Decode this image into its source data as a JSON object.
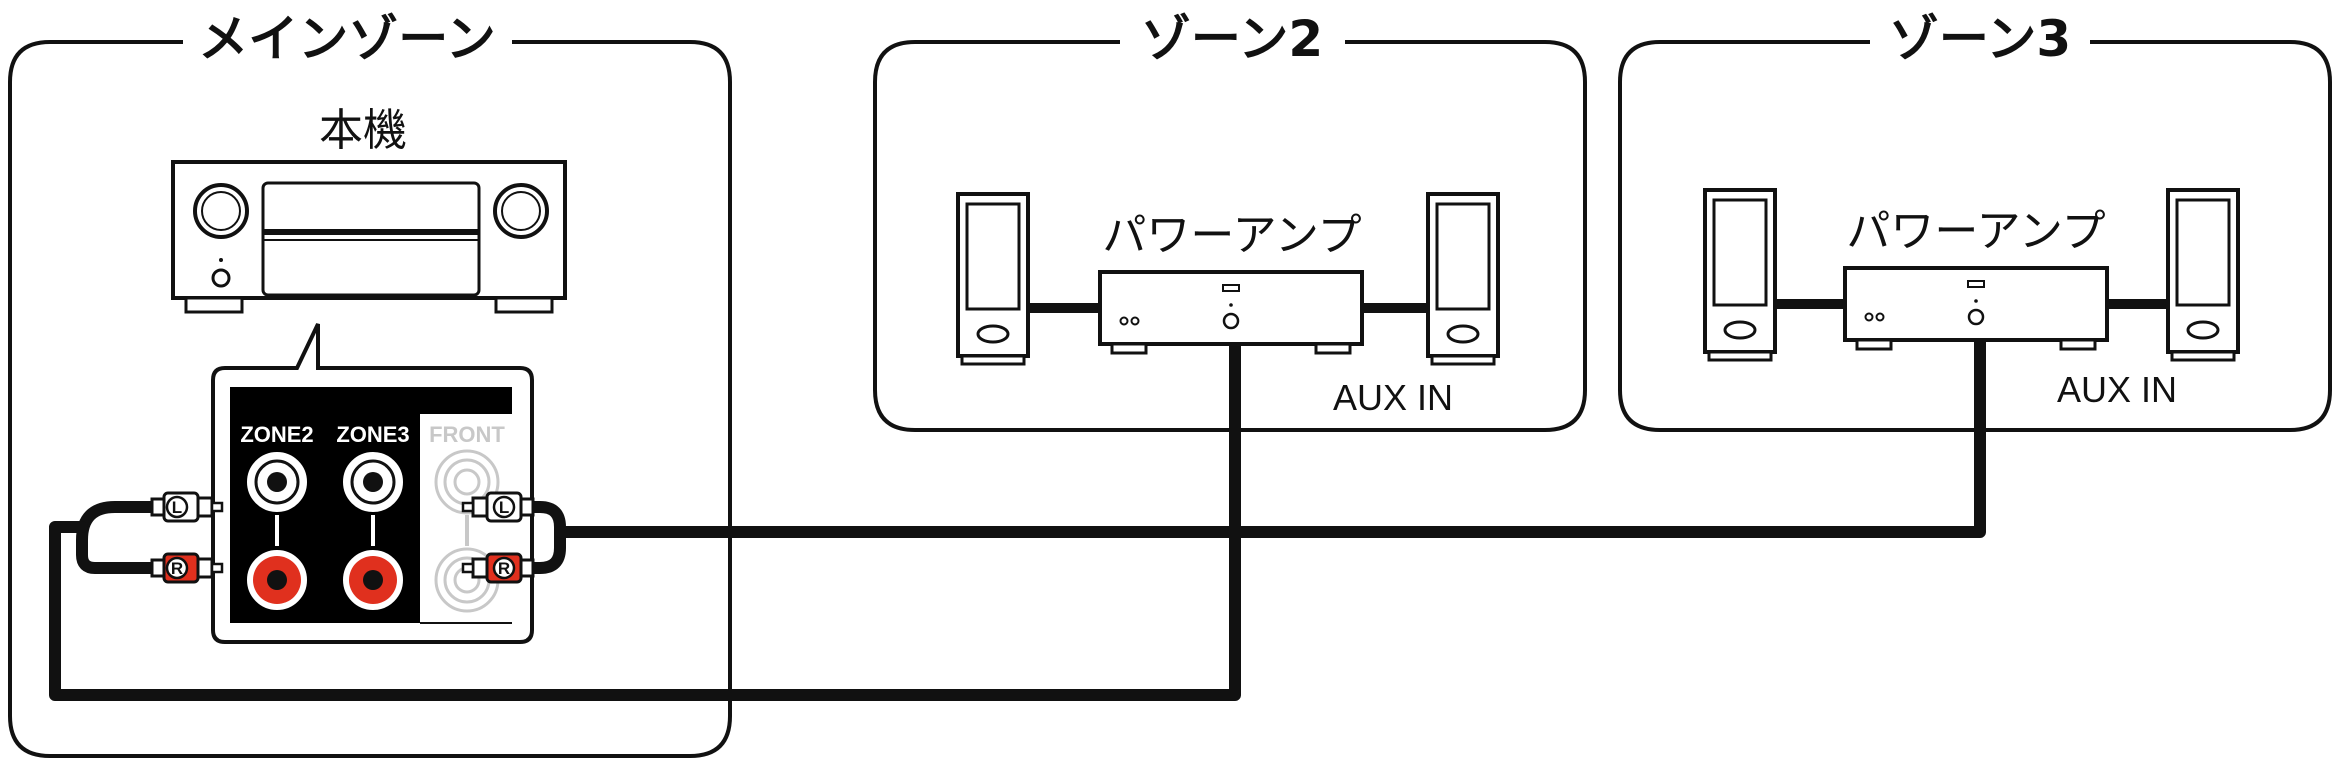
{
  "zones": {
    "main": {
      "title": "メインゾーン",
      "device_label": "本機"
    },
    "zone2": {
      "title": "ゾーン2",
      "amp_label": "パワーアンプ",
      "input_label": "AUX IN"
    },
    "zone3": {
      "title": "ゾーン3",
      "amp_label": "パワーアンプ",
      "input_label": "AUX IN"
    }
  },
  "jack_panel": {
    "columns": [
      "ZONE2",
      "ZONE3",
      "FRONT"
    ],
    "plug_left_letter": "L",
    "plug_right_letter": "R"
  },
  "colors": {
    "line": "#111111",
    "jack_red": "#e0301e",
    "panel_black": "#000000",
    "dim_gray": "#c8c8c8"
  }
}
